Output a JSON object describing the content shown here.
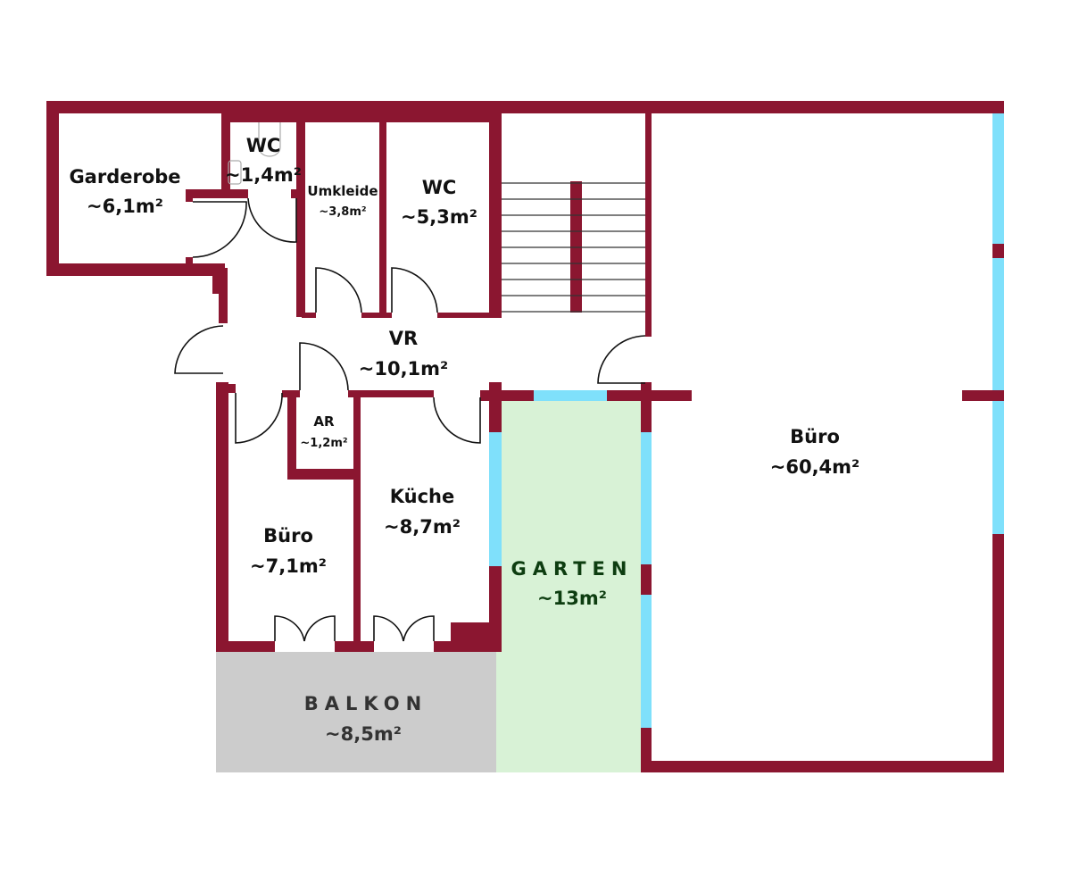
{
  "plan": {
    "colors": {
      "wall": "#8b1630",
      "window": "#7fe0fb",
      "garden": "#d8f2d6",
      "balcony": "#cccccc",
      "door_line": "#111111",
      "garden_text": "#0d3d10",
      "balcony_text": "#333333"
    },
    "rooms": [
      {
        "id": "garderobe",
        "name": "Garderobe",
        "area": "~6,1m²"
      },
      {
        "id": "wc-small",
        "name": "WC",
        "area": "~1,4m²"
      },
      {
        "id": "umkleide",
        "name": "Umkleide",
        "area": "~3,8m²"
      },
      {
        "id": "wc-large",
        "name": "WC",
        "area": "~5,3m²"
      },
      {
        "id": "vr",
        "name": "VR",
        "area": "~10,1m²"
      },
      {
        "id": "ar",
        "name": "AR",
        "area": "~1,2m²"
      },
      {
        "id": "kueche",
        "name": "Küche",
        "area": "~8,7m²"
      },
      {
        "id": "buero-small",
        "name": "Büro",
        "area": "~7,1m²"
      },
      {
        "id": "buero-large",
        "name": "Büro",
        "area": "~60,4m²"
      },
      {
        "id": "garten",
        "name": "GARTEN",
        "area": "~13m²"
      },
      {
        "id": "balkon",
        "name": "BALKON",
        "area": "~8,5m²"
      }
    ]
  }
}
